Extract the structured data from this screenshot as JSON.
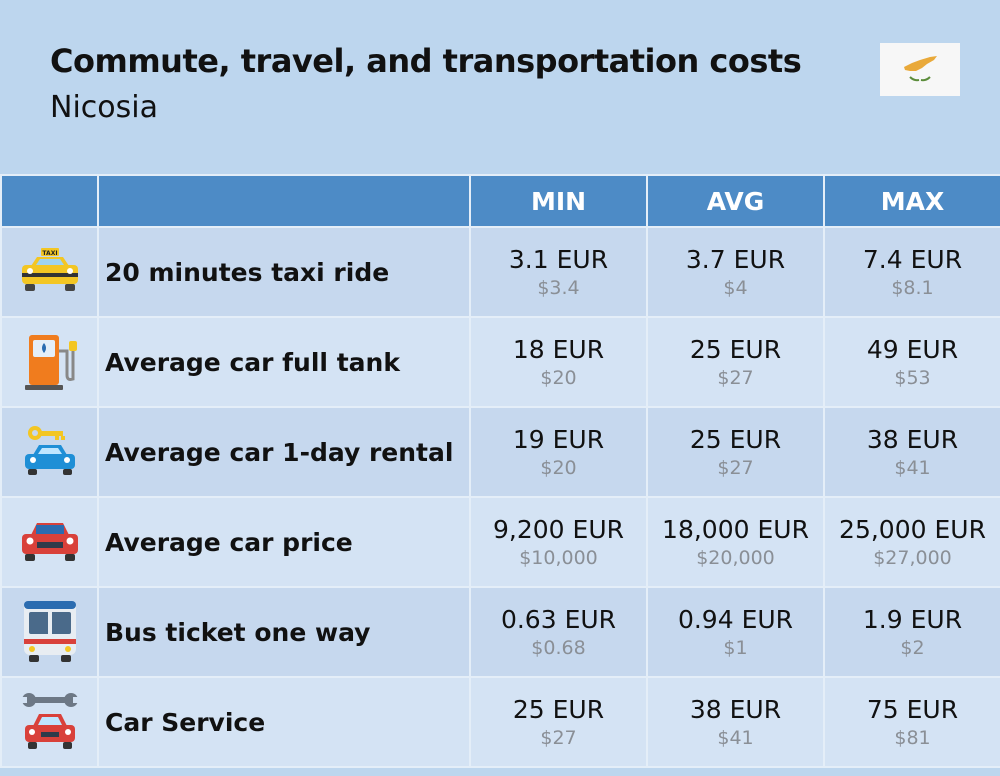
{
  "header": {
    "title": "Commute, travel, and transportation costs",
    "subtitle": "Nicosia",
    "flag_icon": "cyprus-flag-icon"
  },
  "table": {
    "columns": [
      "",
      "",
      "MIN",
      "AVG",
      "MAX"
    ],
    "rows": [
      {
        "icon": "taxi-icon",
        "label": "20 minutes taxi ride",
        "min": "3.1 EUR",
        "min_usd": "$3.4",
        "avg": "3.7 EUR",
        "avg_usd": "$4",
        "max": "7.4 EUR",
        "max_usd": "$8.1"
      },
      {
        "icon": "gas-pump-icon",
        "label": "Average car full tank",
        "min": "18 EUR",
        "min_usd": "$20",
        "avg": "25 EUR",
        "avg_usd": "$27",
        "max": "49 EUR",
        "max_usd": "$53"
      },
      {
        "icon": "car-rental-key-icon",
        "label": "Average car 1-day rental",
        "min": "19 EUR",
        "min_usd": "$20",
        "avg": "25 EUR",
        "avg_usd": "$27",
        "max": "38 EUR",
        "max_usd": "$41"
      },
      {
        "icon": "car-icon",
        "label": "Average car price",
        "min": "9,200 EUR",
        "min_usd": "$10,000",
        "avg": "18,000 EUR",
        "avg_usd": "$20,000",
        "max": "25,000 EUR",
        "max_usd": "$27,000"
      },
      {
        "icon": "bus-icon",
        "label": "Bus ticket one way",
        "min": "0.63 EUR",
        "min_usd": "$0.68",
        "avg": "0.94 EUR",
        "avg_usd": "$1",
        "max": "1.9 EUR",
        "max_usd": "$2"
      },
      {
        "icon": "wrench-car-icon",
        "label": "Car Service",
        "min": "25 EUR",
        "min_usd": "$27",
        "avg": "38 EUR",
        "avg_usd": "$41",
        "max": "75 EUR",
        "max_usd": "$81"
      }
    ]
  },
  "colors": {
    "background": "#bdd6ee",
    "header_row": "#4d8bc6",
    "row_odd": "#c6d8ee",
    "row_even": "#d4e3f4"
  }
}
